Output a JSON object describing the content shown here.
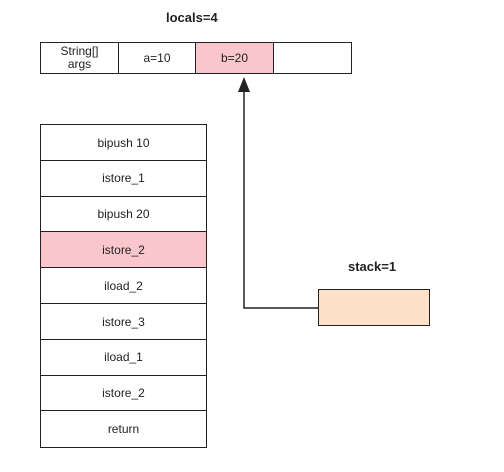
{
  "locals": {
    "title": "locals=4",
    "cells": [
      {
        "label": "String[]\nargs"
      },
      {
        "label": "a=10"
      },
      {
        "label": "b=20"
      },
      {
        "label": ""
      }
    ]
  },
  "instructions": [
    "bipush  10",
    "istore_1",
    "bipush  20",
    "istore_2",
    "iload_2",
    "istore_3",
    "iload_1",
    "istore_2",
    "return"
  ],
  "stack": {
    "title": "stack=1"
  },
  "colors": {
    "highlight": "#f9c6cc",
    "stack_fill": "#fde0c8",
    "line": "#222222"
  }
}
